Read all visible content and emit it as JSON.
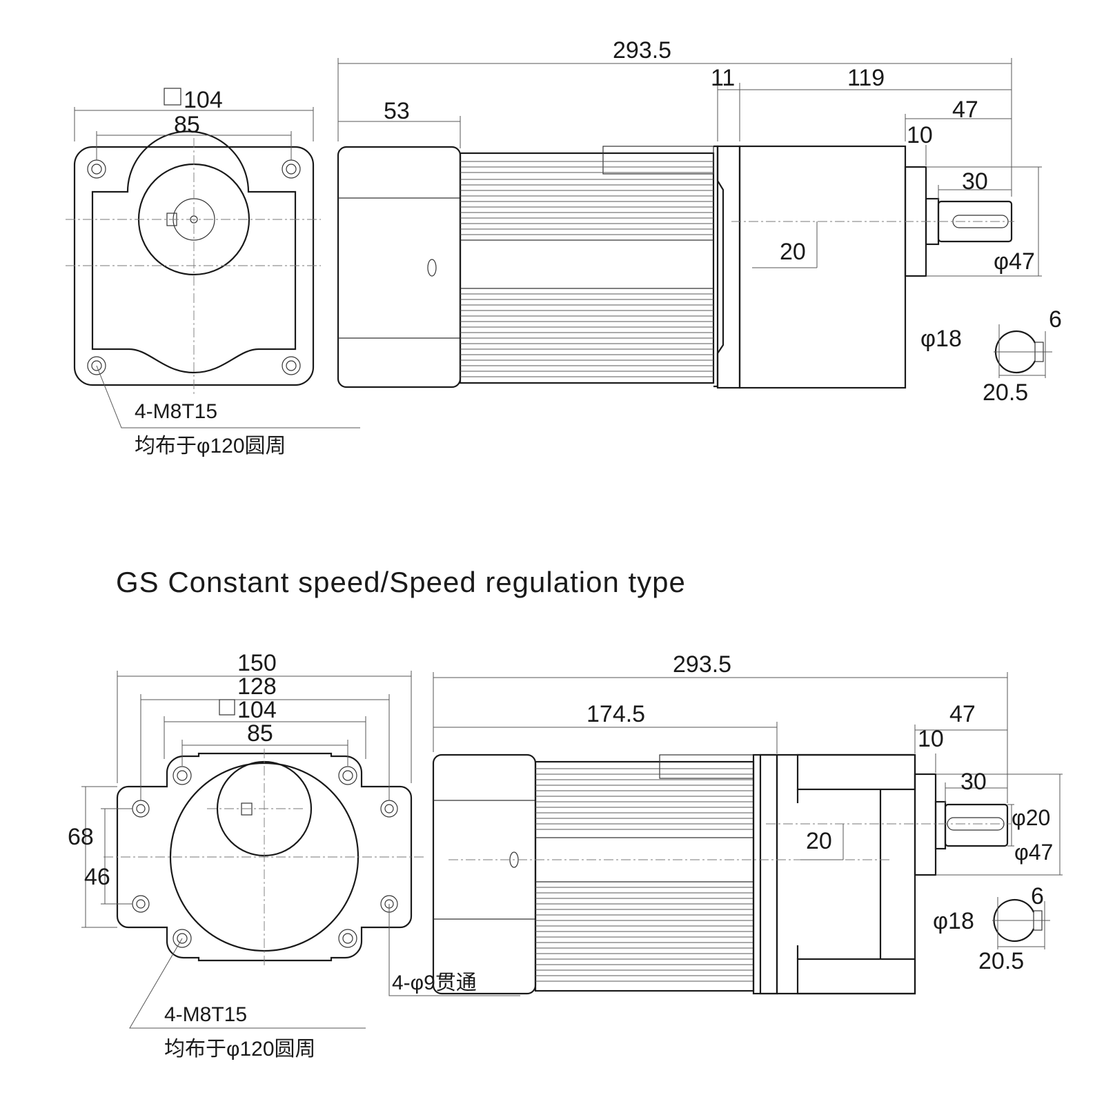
{
  "title": "GS Constant speed/Speed regulation type",
  "upper": {
    "front": {
      "square": "104",
      "bolt_pitch": "85",
      "note_line1": "4-M8T15",
      "note_line2": "均布于φ120圆周"
    },
    "side": {
      "overall": "293.5",
      "motor_cap": "53",
      "flange": "11",
      "gearbox": "119",
      "shaft_total": "47",
      "boss": "10",
      "shaft_key": "30",
      "center_offset": "20",
      "boss_diameter": "φ47",
      "shaft_diameter": "φ18",
      "key_width": "6",
      "key_height": "20.5"
    }
  },
  "lower": {
    "front": {
      "width_outer": "150",
      "width_mid": "128",
      "square": "104",
      "bolt_pitch": "85",
      "height_outer": "68",
      "height_inner": "46",
      "through_holes": "4-φ9贯通",
      "note_line1": "4-M8T15",
      "note_line2": "均布于φ120圆周"
    },
    "side": {
      "overall": "293.5",
      "motor_len": "174.5",
      "shaft_total": "47",
      "boss": "10",
      "shaft_key": "30",
      "center_offset": "20",
      "shaft_diameter_big": "φ20",
      "boss_diameter": "φ47",
      "shaft_diameter": "φ18",
      "key_width": "6",
      "key_height": "20.5"
    }
  }
}
